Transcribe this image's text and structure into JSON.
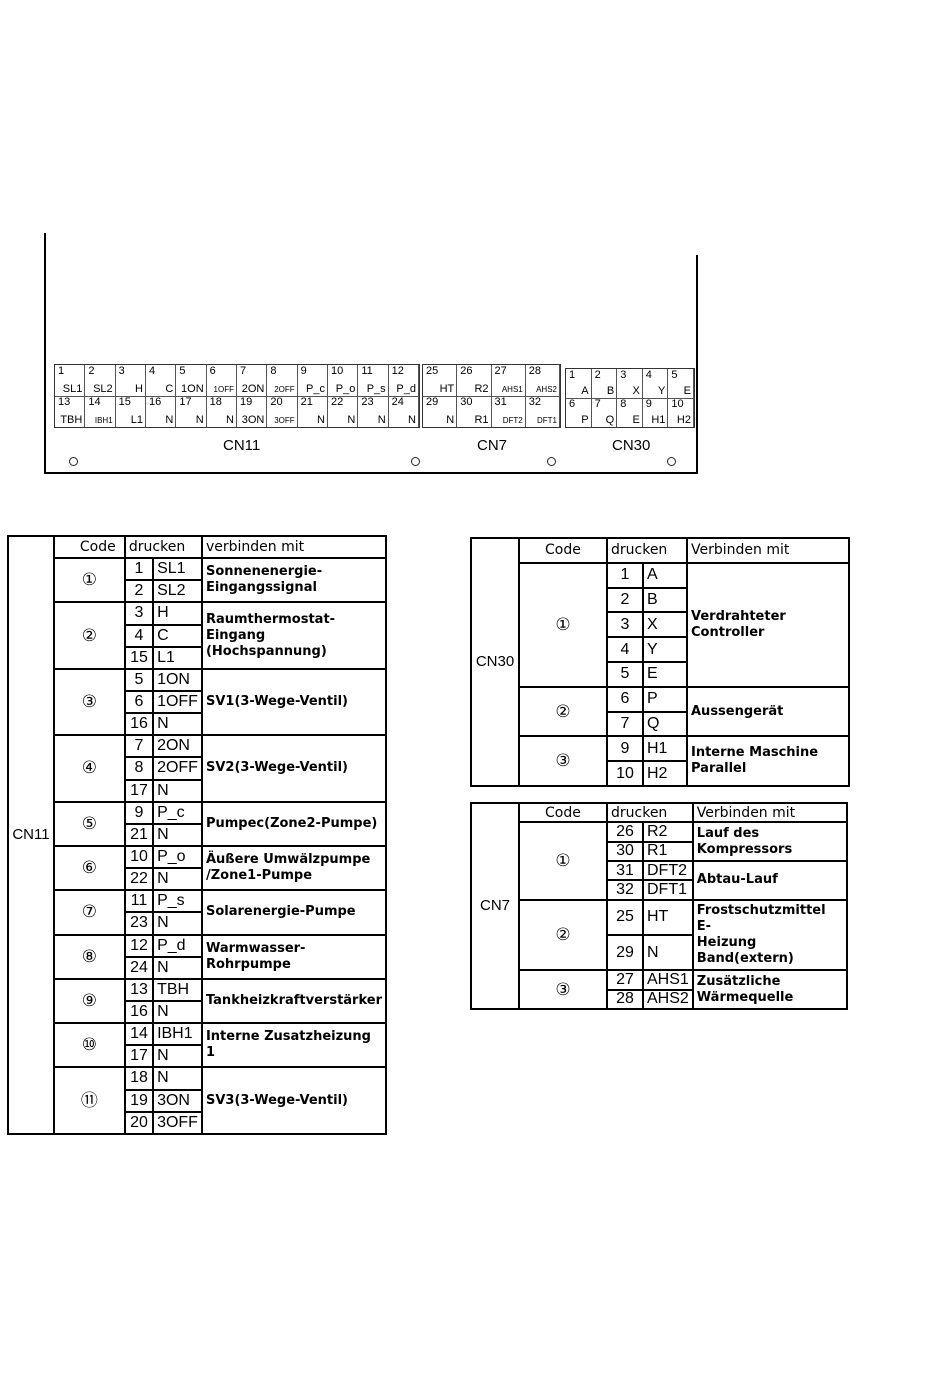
{
  "board": {
    "cn11_top": [
      {
        "n": "1",
        "l": "SL1"
      },
      {
        "n": "2",
        "l": "SL2"
      },
      {
        "n": "3",
        "l": "H"
      },
      {
        "n": "4",
        "l": "C"
      },
      {
        "n": "5",
        "l": "1ON"
      },
      {
        "n": "6",
        "l": "1OFF"
      },
      {
        "n": "7",
        "l": "2ON"
      },
      {
        "n": "8",
        "l": "2OFF"
      },
      {
        "n": "9",
        "l": "P_c"
      },
      {
        "n": "10",
        "l": "P_o"
      },
      {
        "n": "11",
        "l": "P_s"
      },
      {
        "n": "12",
        "l": "P_d"
      }
    ],
    "cn11_bottom": [
      {
        "n": "13",
        "l": "TBH"
      },
      {
        "n": "14",
        "l": "IBH1"
      },
      {
        "n": "15",
        "l": "L1"
      },
      {
        "n": "16",
        "l": "N"
      },
      {
        "n": "17",
        "l": "N"
      },
      {
        "n": "18",
        "l": "N"
      },
      {
        "n": "19",
        "l": "3ON"
      },
      {
        "n": "20",
        "l": "3OFF"
      },
      {
        "n": "21",
        "l": "N"
      },
      {
        "n": "22",
        "l": "N"
      },
      {
        "n": "23",
        "l": "N"
      },
      {
        "n": "24",
        "l": "N"
      }
    ],
    "cn7_top": [
      {
        "n": "25",
        "l": "HT"
      },
      {
        "n": "26",
        "l": "R2"
      },
      {
        "n": "27",
        "l": "AHS1"
      },
      {
        "n": "28",
        "l": "AHS2"
      }
    ],
    "cn7_bottom": [
      {
        "n": "29",
        "l": "N"
      },
      {
        "n": "30",
        "l": "R1"
      },
      {
        "n": "31",
        "l": "DFT2"
      },
      {
        "n": "32",
        "l": "DFT1"
      }
    ],
    "cn30_top": [
      {
        "n": "1",
        "l": "A"
      },
      {
        "n": "2",
        "l": "B"
      },
      {
        "n": "3",
        "l": "X"
      },
      {
        "n": "4",
        "l": "Y"
      },
      {
        "n": "5",
        "l": "E"
      }
    ],
    "cn30_bottom": [
      {
        "n": "6",
        "l": "P"
      },
      {
        "n": "7",
        "l": "Q"
      },
      {
        "n": "8",
        "l": "E"
      },
      {
        "n": "9",
        "l": "H1"
      },
      {
        "n": "10",
        "l": "H2"
      }
    ],
    "labels": {
      "cn11": "CN11",
      "cn7": "CN7",
      "cn30": "CN30"
    }
  },
  "cn11_table": {
    "side": "CN11",
    "headers": {
      "code": "Code",
      "print": "drucken",
      "connect": "verbinden mit"
    },
    "groups": [
      {
        "code": "①",
        "rows": [
          [
            "1",
            "SL1"
          ],
          [
            "2",
            "SL2"
          ]
        ],
        "desc": "Sonnenenergie-\nEingangssignal"
      },
      {
        "code": "②",
        "rows": [
          [
            "3",
            "H"
          ],
          [
            "4",
            "C"
          ],
          [
            "15",
            "L1"
          ]
        ],
        "desc": "Raumthermostat-\nEingang\n(Hochspannung)"
      },
      {
        "code": "③",
        "rows": [
          [
            "5",
            "1ON"
          ],
          [
            "6",
            "1OFF"
          ],
          [
            "16",
            "N"
          ]
        ],
        "desc": "SV1(3-Wege-Ventil)"
      },
      {
        "code": "④",
        "rows": [
          [
            "7",
            "2ON"
          ],
          [
            "8",
            "2OFF"
          ],
          [
            "17",
            "N"
          ]
        ],
        "desc": "SV2(3-Wege-Ventil)"
      },
      {
        "code": "⑤",
        "rows": [
          [
            "9",
            "P_c"
          ],
          [
            "21",
            "N"
          ]
        ],
        "desc": "Pumpec(Zone2-Pumpe)"
      },
      {
        "code": "⑥",
        "rows": [
          [
            "10",
            "P_o"
          ],
          [
            "22",
            "N"
          ]
        ],
        "desc": "Äußere Umwälzpumpe\n/Zone1-Pumpe"
      },
      {
        "code": "⑦",
        "rows": [
          [
            "11",
            "P_s"
          ],
          [
            "23",
            "N"
          ]
        ],
        "desc": "Solarenergie-Pumpe"
      },
      {
        "code": "⑧",
        "rows": [
          [
            "12",
            "P_d"
          ],
          [
            "24",
            "N"
          ]
        ],
        "desc": "Warmwasser-\nRohrpumpe"
      },
      {
        "code": "⑨",
        "rows": [
          [
            "13",
            "TBH"
          ],
          [
            "16",
            "N"
          ]
        ],
        "desc": "Tankheizkraftverstärker"
      },
      {
        "code": "⑩",
        "rows": [
          [
            "14",
            "IBH1"
          ],
          [
            "17",
            "N"
          ]
        ],
        "desc": "Interne Zusatzheizung 1"
      },
      {
        "code": "⑪",
        "rows": [
          [
            "18",
            "N"
          ],
          [
            "19",
            "3ON"
          ],
          [
            "20",
            "3OFF"
          ]
        ],
        "desc": "SV3(3-Wege-Ventil)"
      }
    ]
  },
  "cn30_table": {
    "side": "CN30",
    "headers": {
      "code": "Code",
      "print": "drucken",
      "connect": "Verbinden mit"
    },
    "groups": [
      {
        "code": "①",
        "rows": [
          [
            "1",
            "A"
          ],
          [
            "2",
            "B"
          ],
          [
            "3",
            "X"
          ],
          [
            "4",
            "Y"
          ],
          [
            "5",
            "E"
          ]
        ],
        "desc": "Verdrahteter Controller"
      },
      {
        "code": "②",
        "rows": [
          [
            "6",
            "P"
          ],
          [
            "7",
            "Q"
          ]
        ],
        "desc": "Aussengerät"
      },
      {
        "code": "③",
        "rows": [
          [
            "9",
            "H1"
          ],
          [
            "10",
            "H2"
          ]
        ],
        "desc": "Interne Maschine\nParallel"
      }
    ]
  },
  "cn7_table": {
    "side": "CN7",
    "headers": {
      "code": "Code",
      "print": "drucken",
      "connect": "Verbinden mit"
    },
    "groups": [
      {
        "code": "①",
        "rows": [
          [
            "26",
            "R2"
          ],
          [
            "30",
            "R1"
          ],
          [
            "31",
            "DFT2"
          ],
          [
            "32",
            "DFT1"
          ]
        ],
        "desc": [
          "Lauf des\nKompressors",
          "Abtau-Lauf"
        ]
      },
      {
        "code": "②",
        "rows": [
          [
            "25",
            "HT"
          ],
          [
            "29",
            "N"
          ]
        ],
        "desc": "Frostschutzmittel E-\nHeizung Band(extern)"
      },
      {
        "code": "③",
        "rows": [
          [
            "27",
            "AHS1"
          ],
          [
            "28",
            "AHS2"
          ]
        ],
        "desc": "Zusätzliche\nWärmequelle"
      }
    ]
  }
}
